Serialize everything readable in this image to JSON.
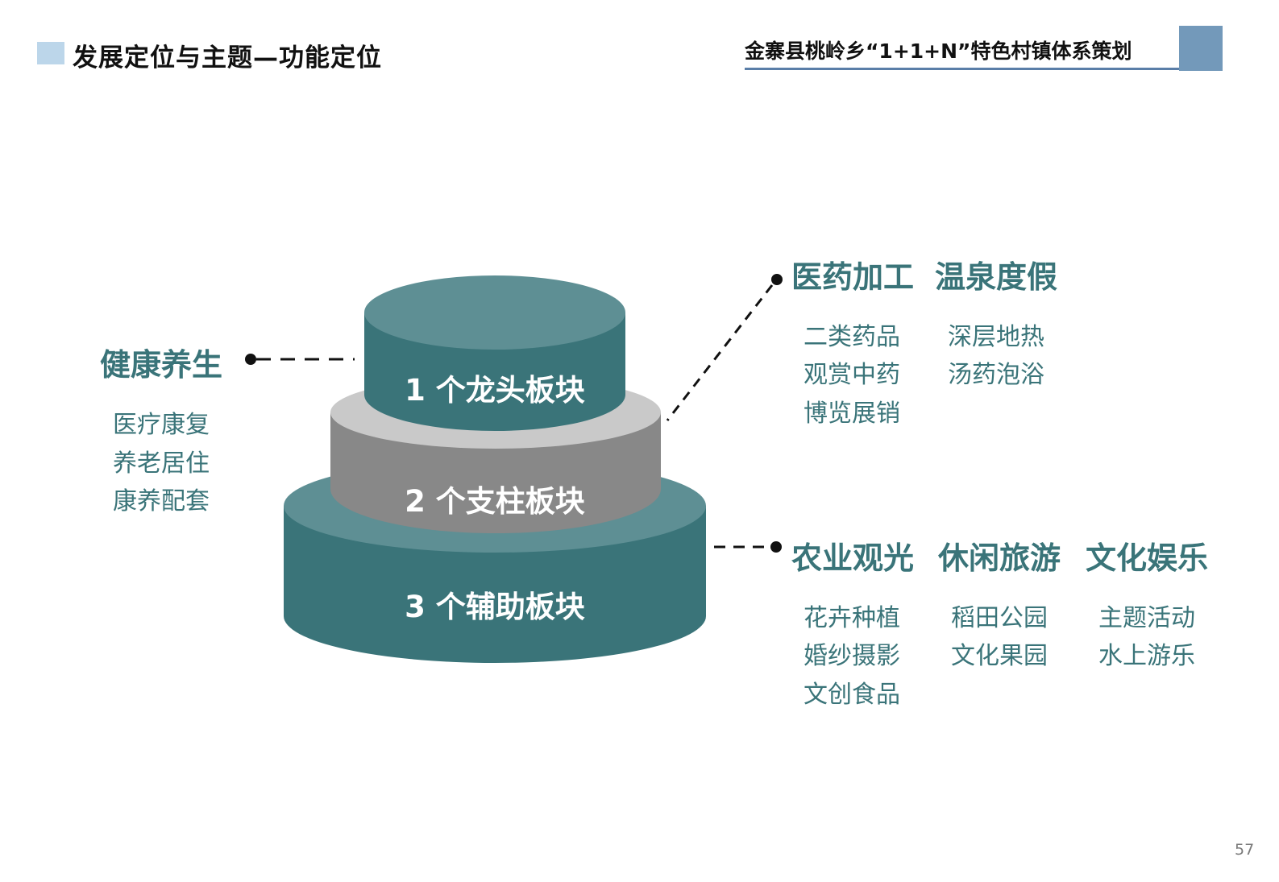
{
  "header": {
    "page_title": "发展定位与主题—功能定位",
    "project_title": "金寨县桃岭乡“1+1+N”特色村镇体系策划",
    "accent_color": "#7399ba",
    "title_block_color": "#bcd6ea"
  },
  "pyramid": {
    "tier1": "1 个龙头板块",
    "tier2": "2 个支柱板块",
    "tier3": "3 个辅助板块",
    "colors": {
      "teal": "#3a7479",
      "teal_top": "#5e8f94",
      "gray": "#888888",
      "gray_top": "#c9c9c9"
    }
  },
  "left_group": {
    "heading": "健康养生",
    "items": [
      "医疗康复",
      "养老居住",
      "康养配套"
    ]
  },
  "top_right_group": {
    "headings": [
      "医药加工",
      "温泉度假"
    ],
    "col1": [
      "二类药品",
      "观赏中药",
      "博览展销"
    ],
    "col2": [
      "深层地热",
      "汤药泡浴"
    ]
  },
  "bottom_right_group": {
    "headings": [
      "农业观光",
      "休闲旅游",
      "文化娱乐"
    ],
    "col1": [
      "花卉种植",
      "婚纱摄影",
      "文创食品"
    ],
    "col2": [
      "稻田公园",
      "文化果园"
    ],
    "col3": [
      "主题活动",
      "水上游乐"
    ]
  },
  "page_number": "57"
}
